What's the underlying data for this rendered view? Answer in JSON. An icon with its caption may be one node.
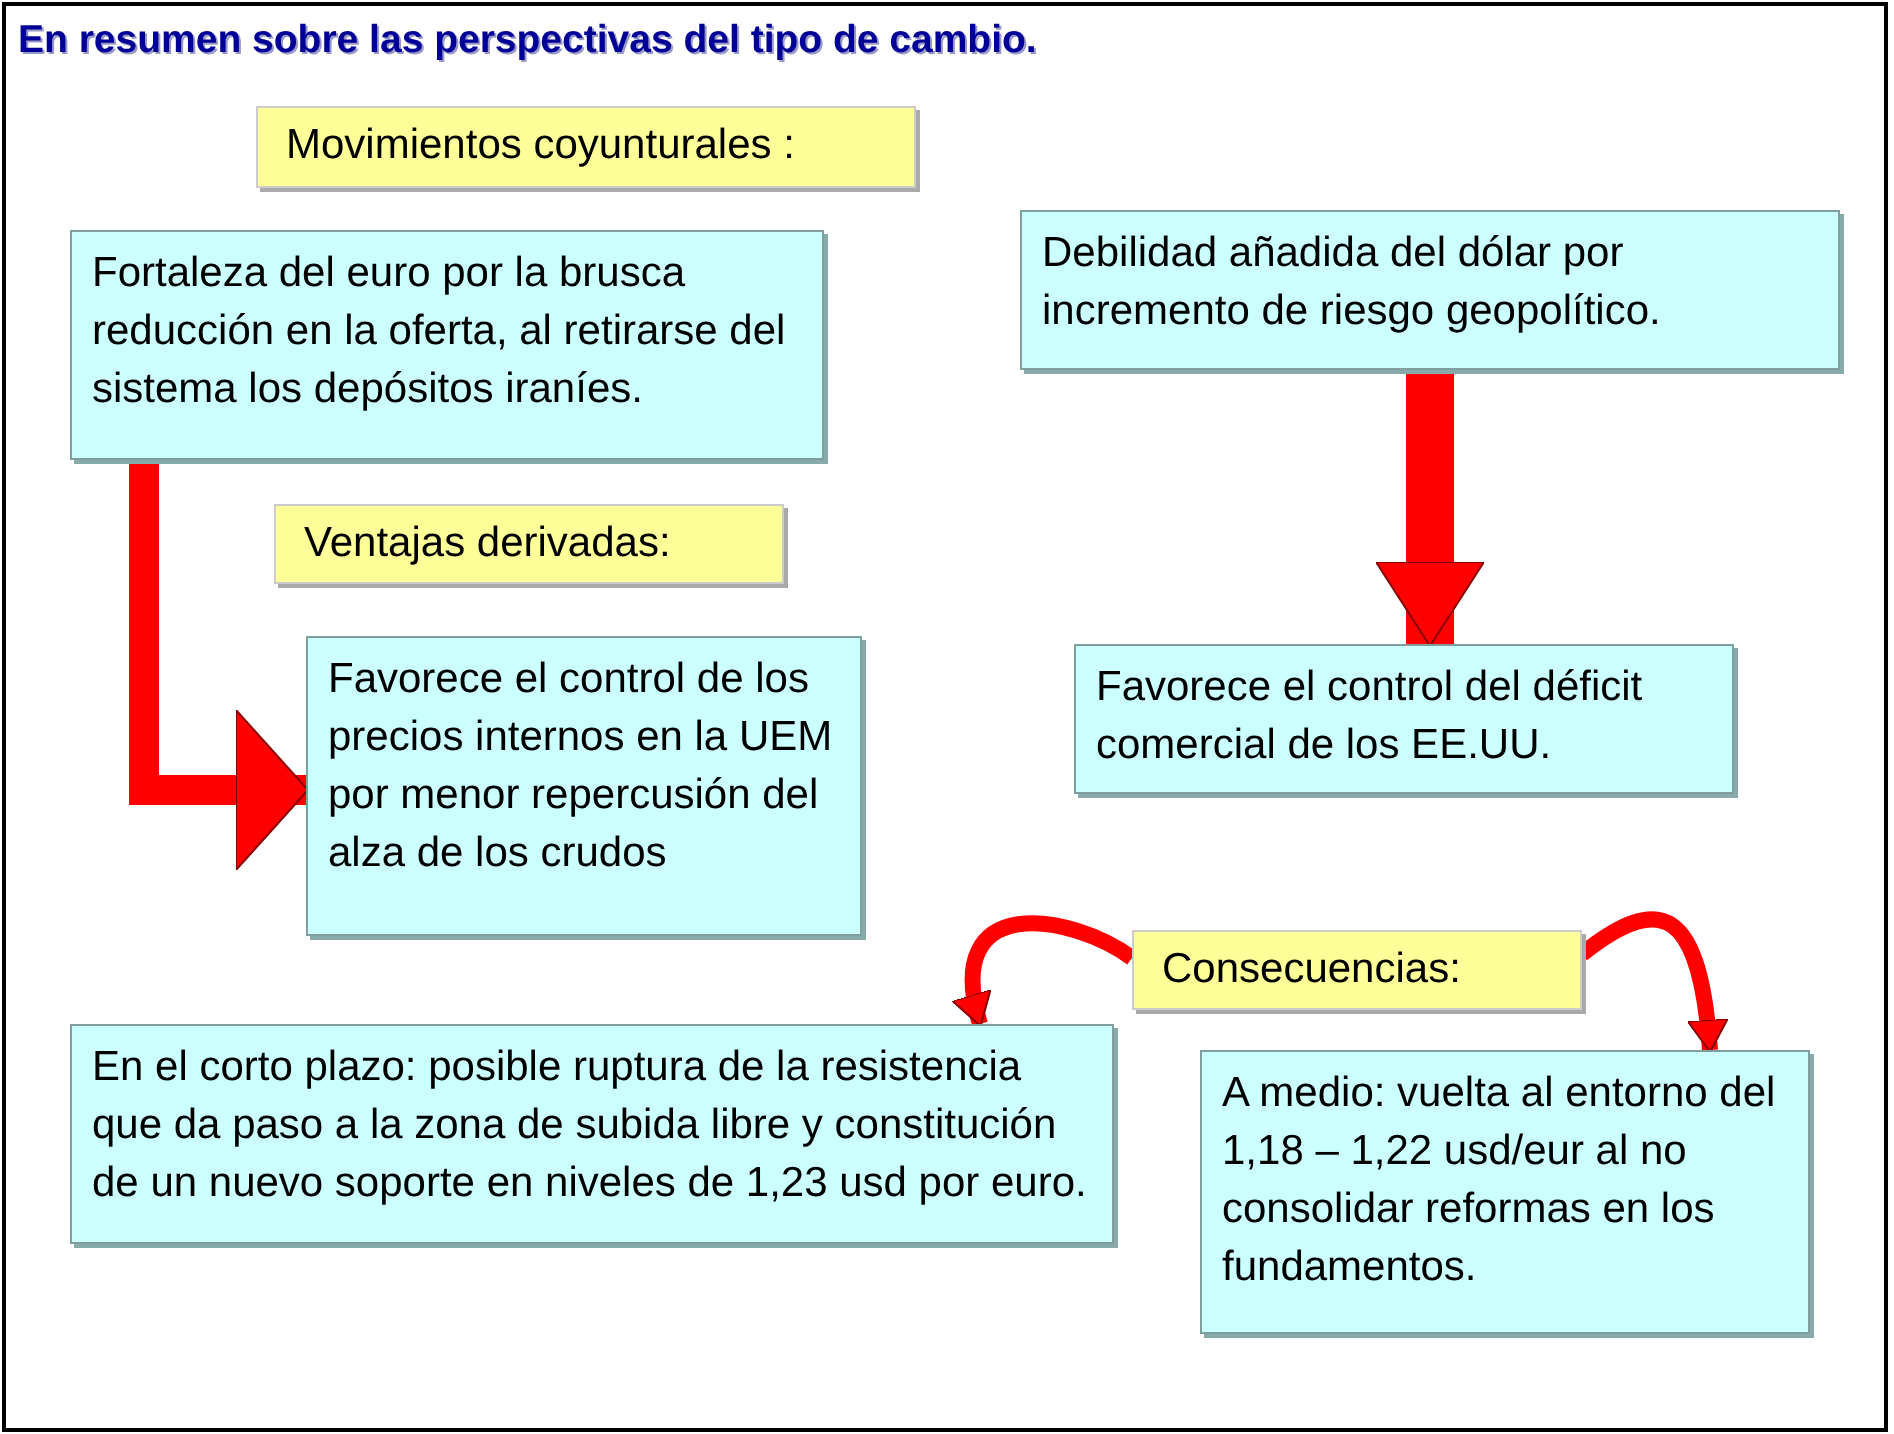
{
  "diagram": {
    "title": "En resumen sobre las perspectivas del tipo de cambio.",
    "nodes": [
      {
        "text": [
          "Movimientos coyunturales :"
        ]
      },
      {
        "text": [
          "Fortaleza del euro por la brusca reducción en la oferta, al retirarse del sistema los depósitos iraníes."
        ]
      },
      {
        "text": [
          "Debilidad añadida del dólar por incremento de riesgo geopolítico."
        ]
      },
      {
        "text": [
          "Ventajas derivadas:"
        ]
      },
      {
        "text": [
          "Favorece el control de los precios internos en la UEM por menor repercusión del alza de los crudos"
        ]
      },
      {
        "text": [
          "Favorece el control del déficit comercial de los EE.UU."
        ]
      },
      {
        "text": [
          "Consecuencias:"
        ]
      },
      {
        "text": [
          "En el corto plazo: posible ruptura de la resistencia que da paso a la zona de subida libre y constitución de un nuevo soporte en niveles de 1,23 usd por euro."
        ]
      },
      {
        "text": [
          "A medio: vuelta al entorno del 1,18 – 1,22 usd/eur al no consolidar reformas en los fundamentos."
        ]
      }
    ],
    "edges": [
      {
        "from": 1,
        "to": 4,
        "arrow": "to",
        "style": "thick"
      },
      {
        "from": 2,
        "to": 5,
        "arrow": "to",
        "style": "thick"
      },
      {
        "from": 6,
        "to": 7,
        "arrow": "to"
      },
      {
        "from": 6,
        "to": 8,
        "arrow": "to"
      }
    ]
  }
}
